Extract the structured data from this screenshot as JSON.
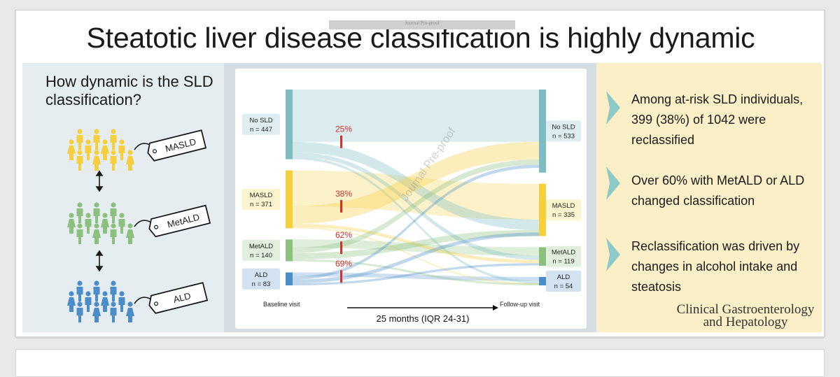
{
  "header": {
    "title": "Steatotic liver disease classification is highly dynamic",
    "watermark": "Journal Pre-proof"
  },
  "left": {
    "question": "How dynamic is the SLD classification?",
    "tags": [
      {
        "label": "MASLD",
        "color": "#f5cf3e"
      },
      {
        "label": "MetALD",
        "color": "#8cc07f"
      },
      {
        "label": "ALD",
        "color": "#4a8dc8"
      }
    ]
  },
  "chart_data": {
    "type": "sankey",
    "baseline_label": "Baseline visit",
    "followup_label": "Follow-up visit",
    "time_label": "25 months (IQR 24-31)",
    "watermark": "Journal Pre-proof",
    "baseline": [
      {
        "name": "No SLD",
        "n_label": "n = 447",
        "n": 447,
        "color": "#7dbcc2",
        "reclassified_pct": "25%"
      },
      {
        "name": "MASLD",
        "n_label": "n = 371",
        "n": 371,
        "color": "#f5cf3e",
        "reclassified_pct": "38%"
      },
      {
        "name": "MetALD",
        "n_label": "n = 140",
        "n": 140,
        "color": "#8cc07f",
        "reclassified_pct": "62%"
      },
      {
        "name": "ALD",
        "n_label": "n = 83",
        "n": 83,
        "color": "#4a8dc8",
        "reclassified_pct": "69%"
      }
    ],
    "followup": [
      {
        "name": "No SLD",
        "n_label": "n = 533",
        "n": 533,
        "color": "#7dbcc2"
      },
      {
        "name": "MASLD",
        "n_label": "n = 335",
        "n": 335,
        "color": "#f5cf3e"
      },
      {
        "name": "MetALD",
        "n_label": "n = 119",
        "n": 119,
        "color": "#8cc07f"
      },
      {
        "name": "ALD",
        "n_label": "n = 54",
        "n": 54,
        "color": "#4a8dc8"
      }
    ]
  },
  "right": {
    "points": [
      "Among at-risk SLD individuals, 399 (38%) of 1042 were reclassified",
      "Over 60% with MetALD or ALD changed classification",
      "Reclassification was driven by changes in alcohol intake and steatosis"
    ],
    "journal_line1": "Clinical Gastroenterology",
    "journal_line2": "and Hepatology",
    "arrow_color": "#8cc9c7"
  }
}
